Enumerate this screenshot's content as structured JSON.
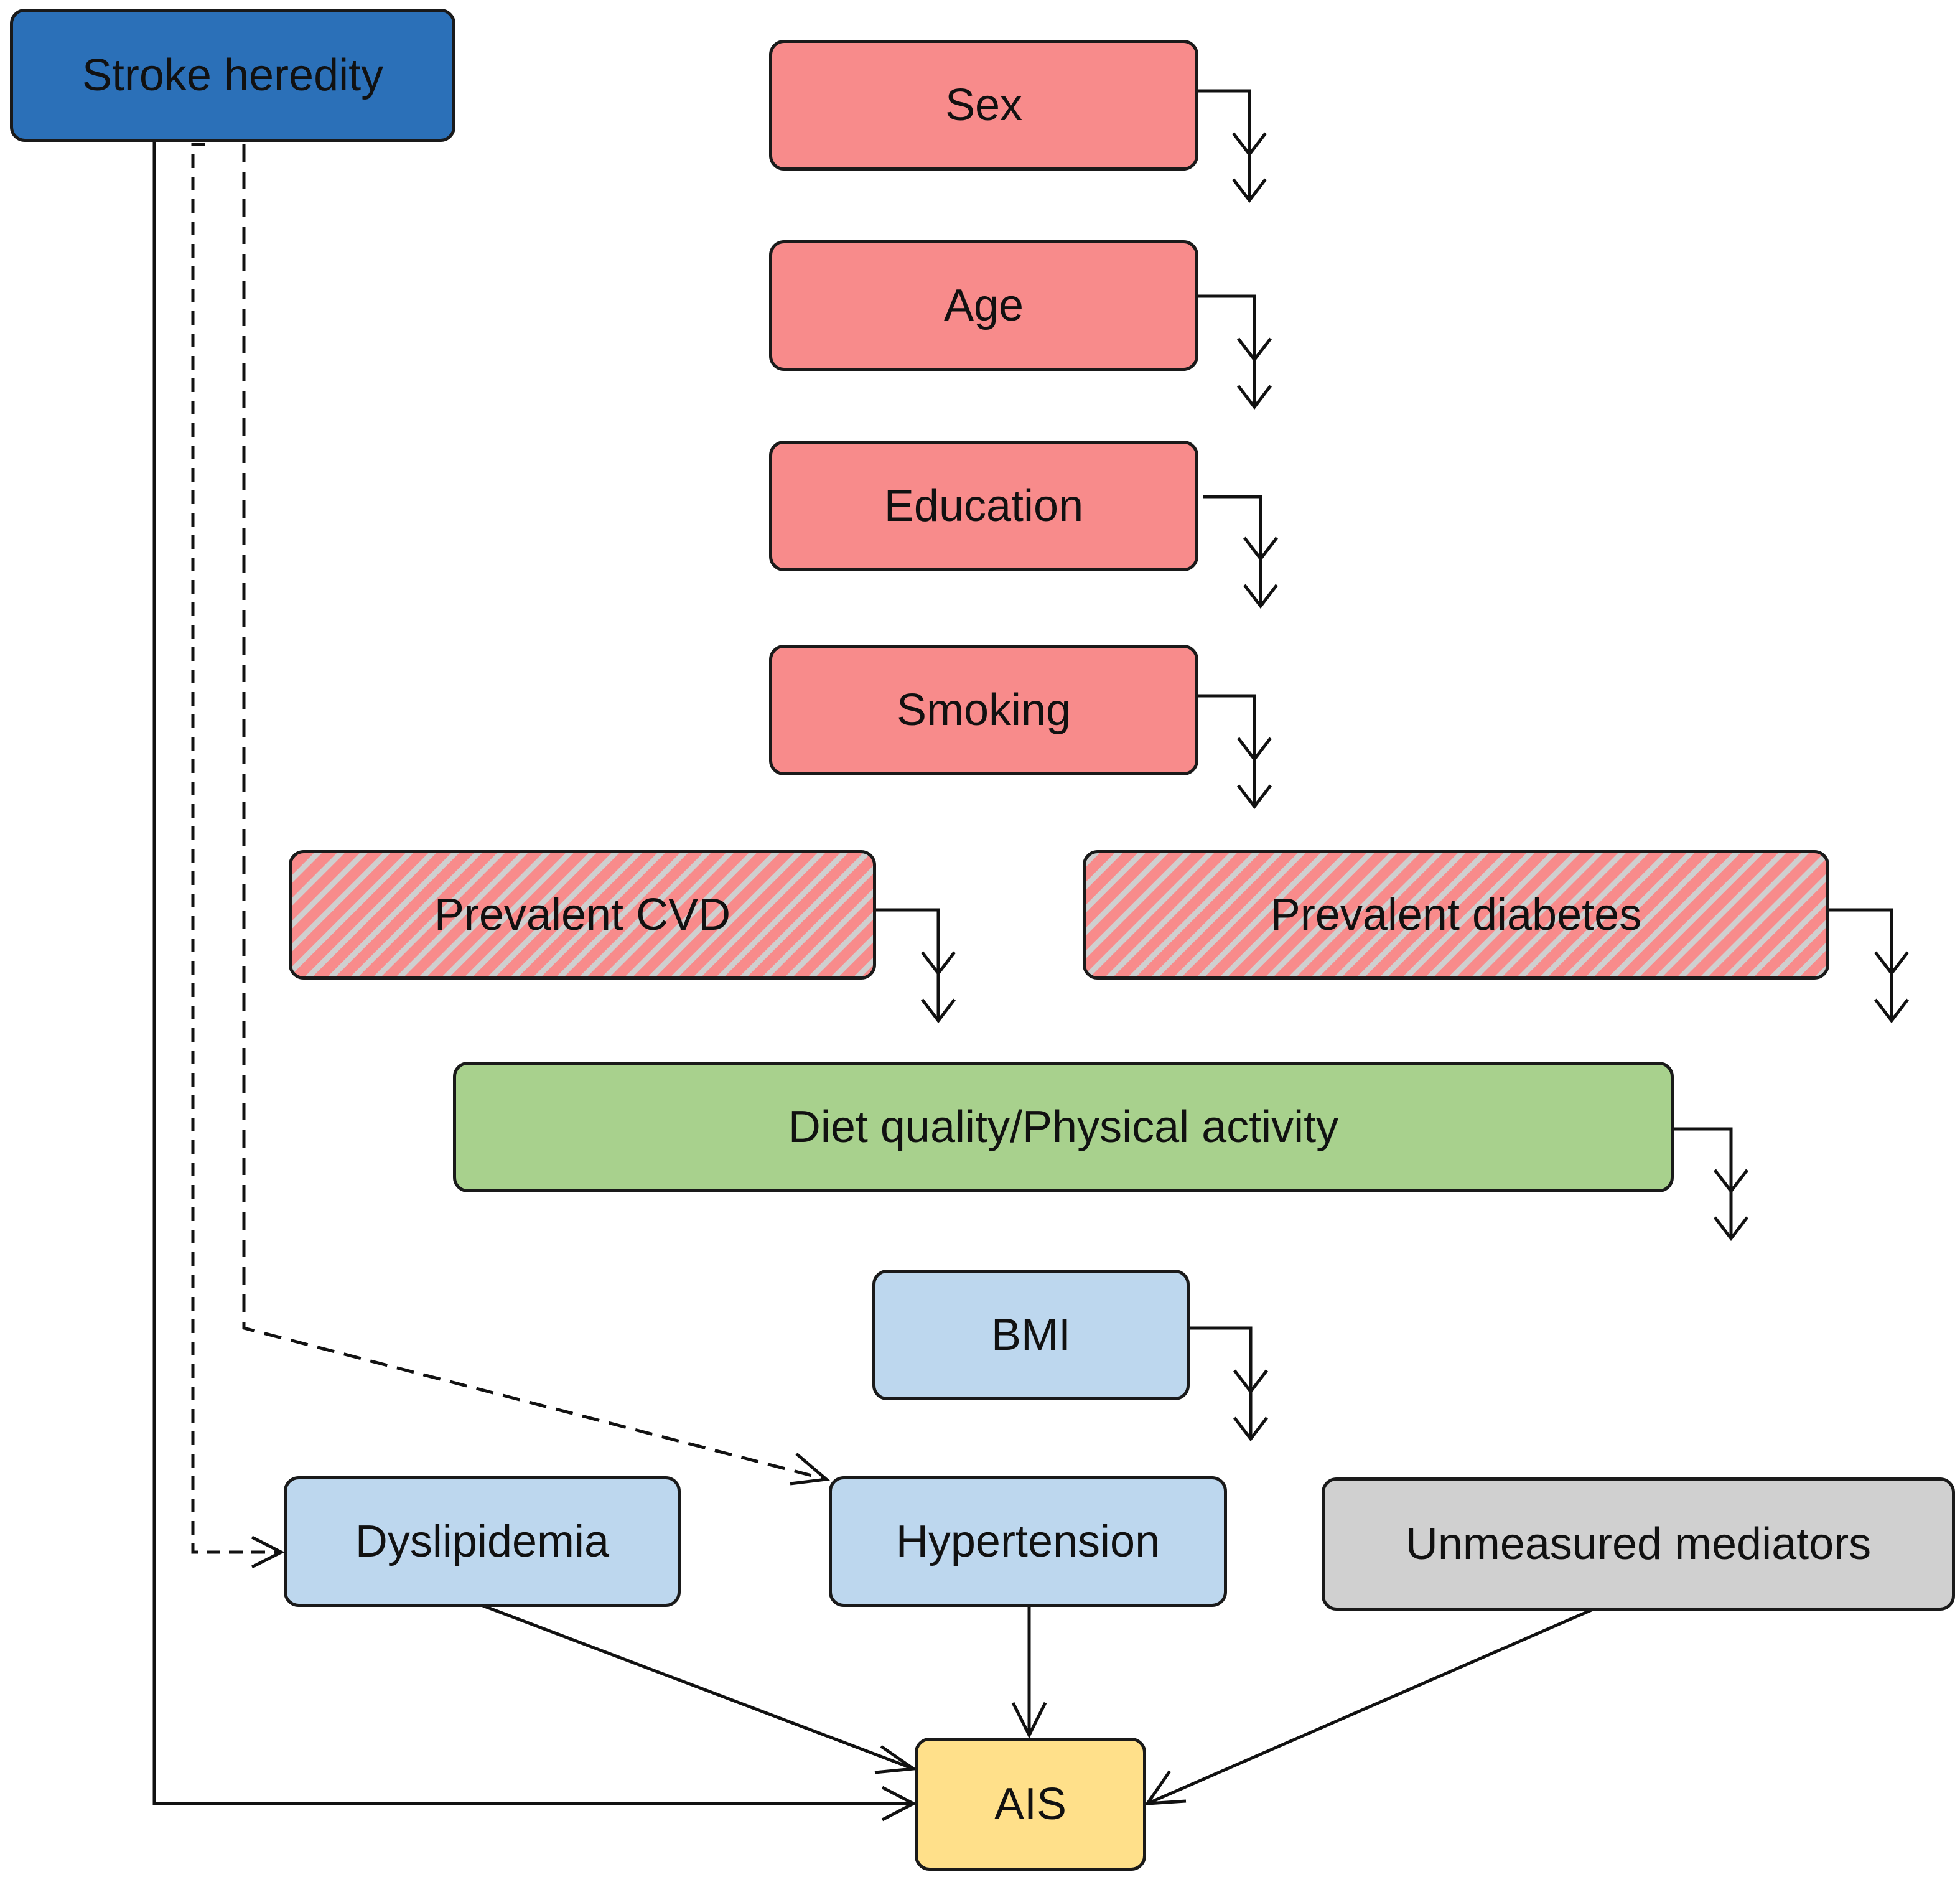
{
  "nodes": {
    "stroke_heredity": "Stroke heredity",
    "sex": "Sex",
    "age": "Age",
    "education": "Education",
    "smoking": "Smoking",
    "prevalent_cvd": "Prevalent CVD",
    "prevalent_diabetes": "Prevalent diabetes",
    "diet_activity": "Diet quality/Physical activity",
    "bmi": "BMI",
    "dyslipidemia": "Dyslipidemia",
    "hypertension": "Hypertension",
    "unmeasured_mediators": "Unmeasured mediators",
    "ais": "AIS"
  },
  "colors": {
    "exposure": "#2b70b8",
    "confounder": "#f88b8b",
    "confounder_hatch": "#c8c8c8",
    "lifestyle": "#a8d18d",
    "mediator": "#bdd7ee",
    "unmeasured": "#d0d0d0",
    "outcome": "#ffe08a",
    "stroke": "#111111"
  }
}
